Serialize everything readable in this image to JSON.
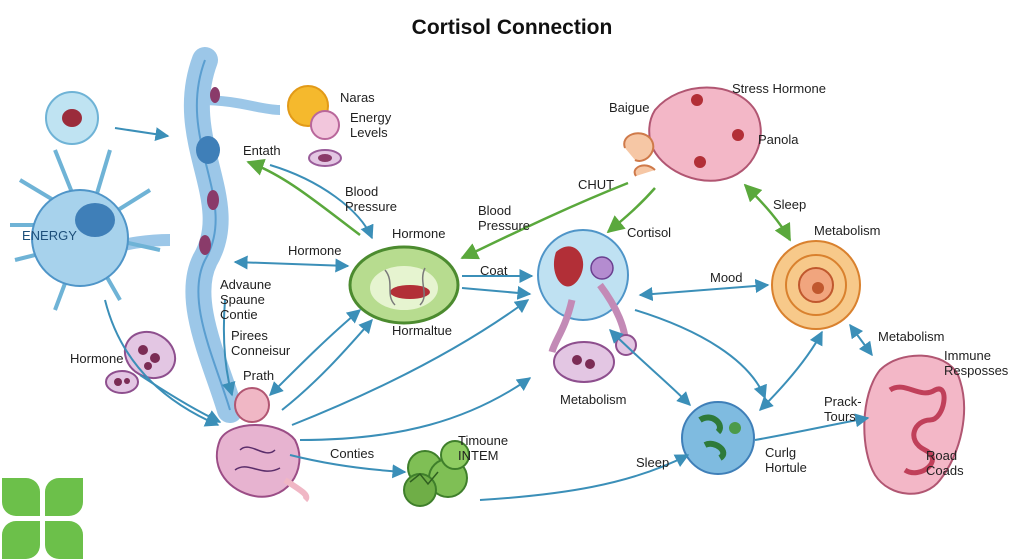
{
  "title": "Cortisol Connection",
  "labels": {
    "narras": "Naras",
    "energy_levels": "Energy\nLevels",
    "entath": "Entath",
    "blood_pressure_top": "Blood\nPressure",
    "hormone_left": "Hormone",
    "energy": "ENERGY",
    "advaune": "Advaune\nSpaune\nContie",
    "pirees": "Pirees\nConneisur",
    "hormone_far_left": "Hormone",
    "prath": "Prath",
    "hormone_center": "Hormone",
    "hormaltue": "Hormaltue",
    "coat": "Coat",
    "blood_pressure_mid": "Blood\nPressure",
    "chut": "CHUT",
    "baigue": "Baigue",
    "stress_hormone": "Stress Hormone",
    "panola": "Panola",
    "sleep_upper": "Sleep",
    "cortisol": "Cortisol",
    "metabolism_right": "Metabolism",
    "mood": "Mood",
    "metabolism_center": "Metabolism",
    "metabolism_far_right": "Metabolism",
    "immune": "Immune\nResposses",
    "prack": "Prack-\nTours",
    "road": "Road\nCoads",
    "curlg": "Curlg\nHortule",
    "sleep_lower": "Sleep",
    "timoune": "Timoune\nINTEM",
    "conties": "Conties"
  },
  "colors": {
    "arrow_blue": "#3b8fb8",
    "arrow_green": "#5aa83c",
    "logo_green": "#6cc04a"
  },
  "icons": {
    "logo": "four-square-green-logo"
  }
}
